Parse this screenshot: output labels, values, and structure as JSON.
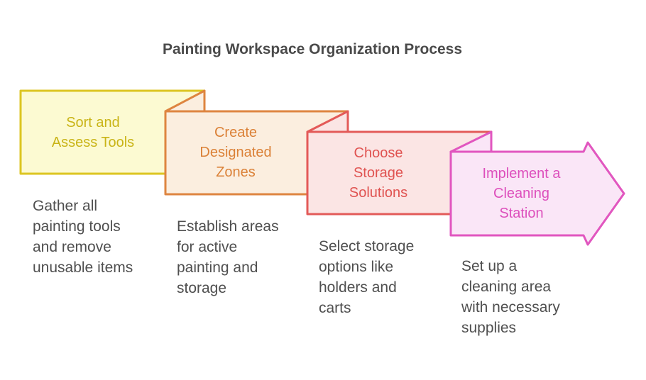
{
  "title": {
    "text": "Painting Workspace Organization Process",
    "color": "#4A4A4A"
  },
  "description_color": "#4F4F4F",
  "steps": [
    {
      "label": "Sort and\nAssess Tools",
      "description": "Gather all\npainting tools\nand remove\nunusable items",
      "fill": "#FCFAD2",
      "border": "#DCC521",
      "label_color": "#C9B417"
    },
    {
      "label": "Create\nDesignated\nZones",
      "description": "Establish areas\nfor active\npainting and\nstorage",
      "fill": "#FBEEDF",
      "border": "#DE8540",
      "label_color": "#DB8137"
    },
    {
      "label": "Choose\nStorage\nSolutions",
      "description": "Select storage\noptions like\nholders and\ncarts",
      "fill": "#FBE5E4",
      "border": "#E35A58",
      "label_color": "#E05351"
    },
    {
      "label": "Implement a\nCleaning\nStation",
      "description": "Set up a\ncleaning area\nwith necessary\nsupplies",
      "fill": "#FAE6F7",
      "border": "#E156BF",
      "label_color": "#DD4FBC"
    }
  ]
}
